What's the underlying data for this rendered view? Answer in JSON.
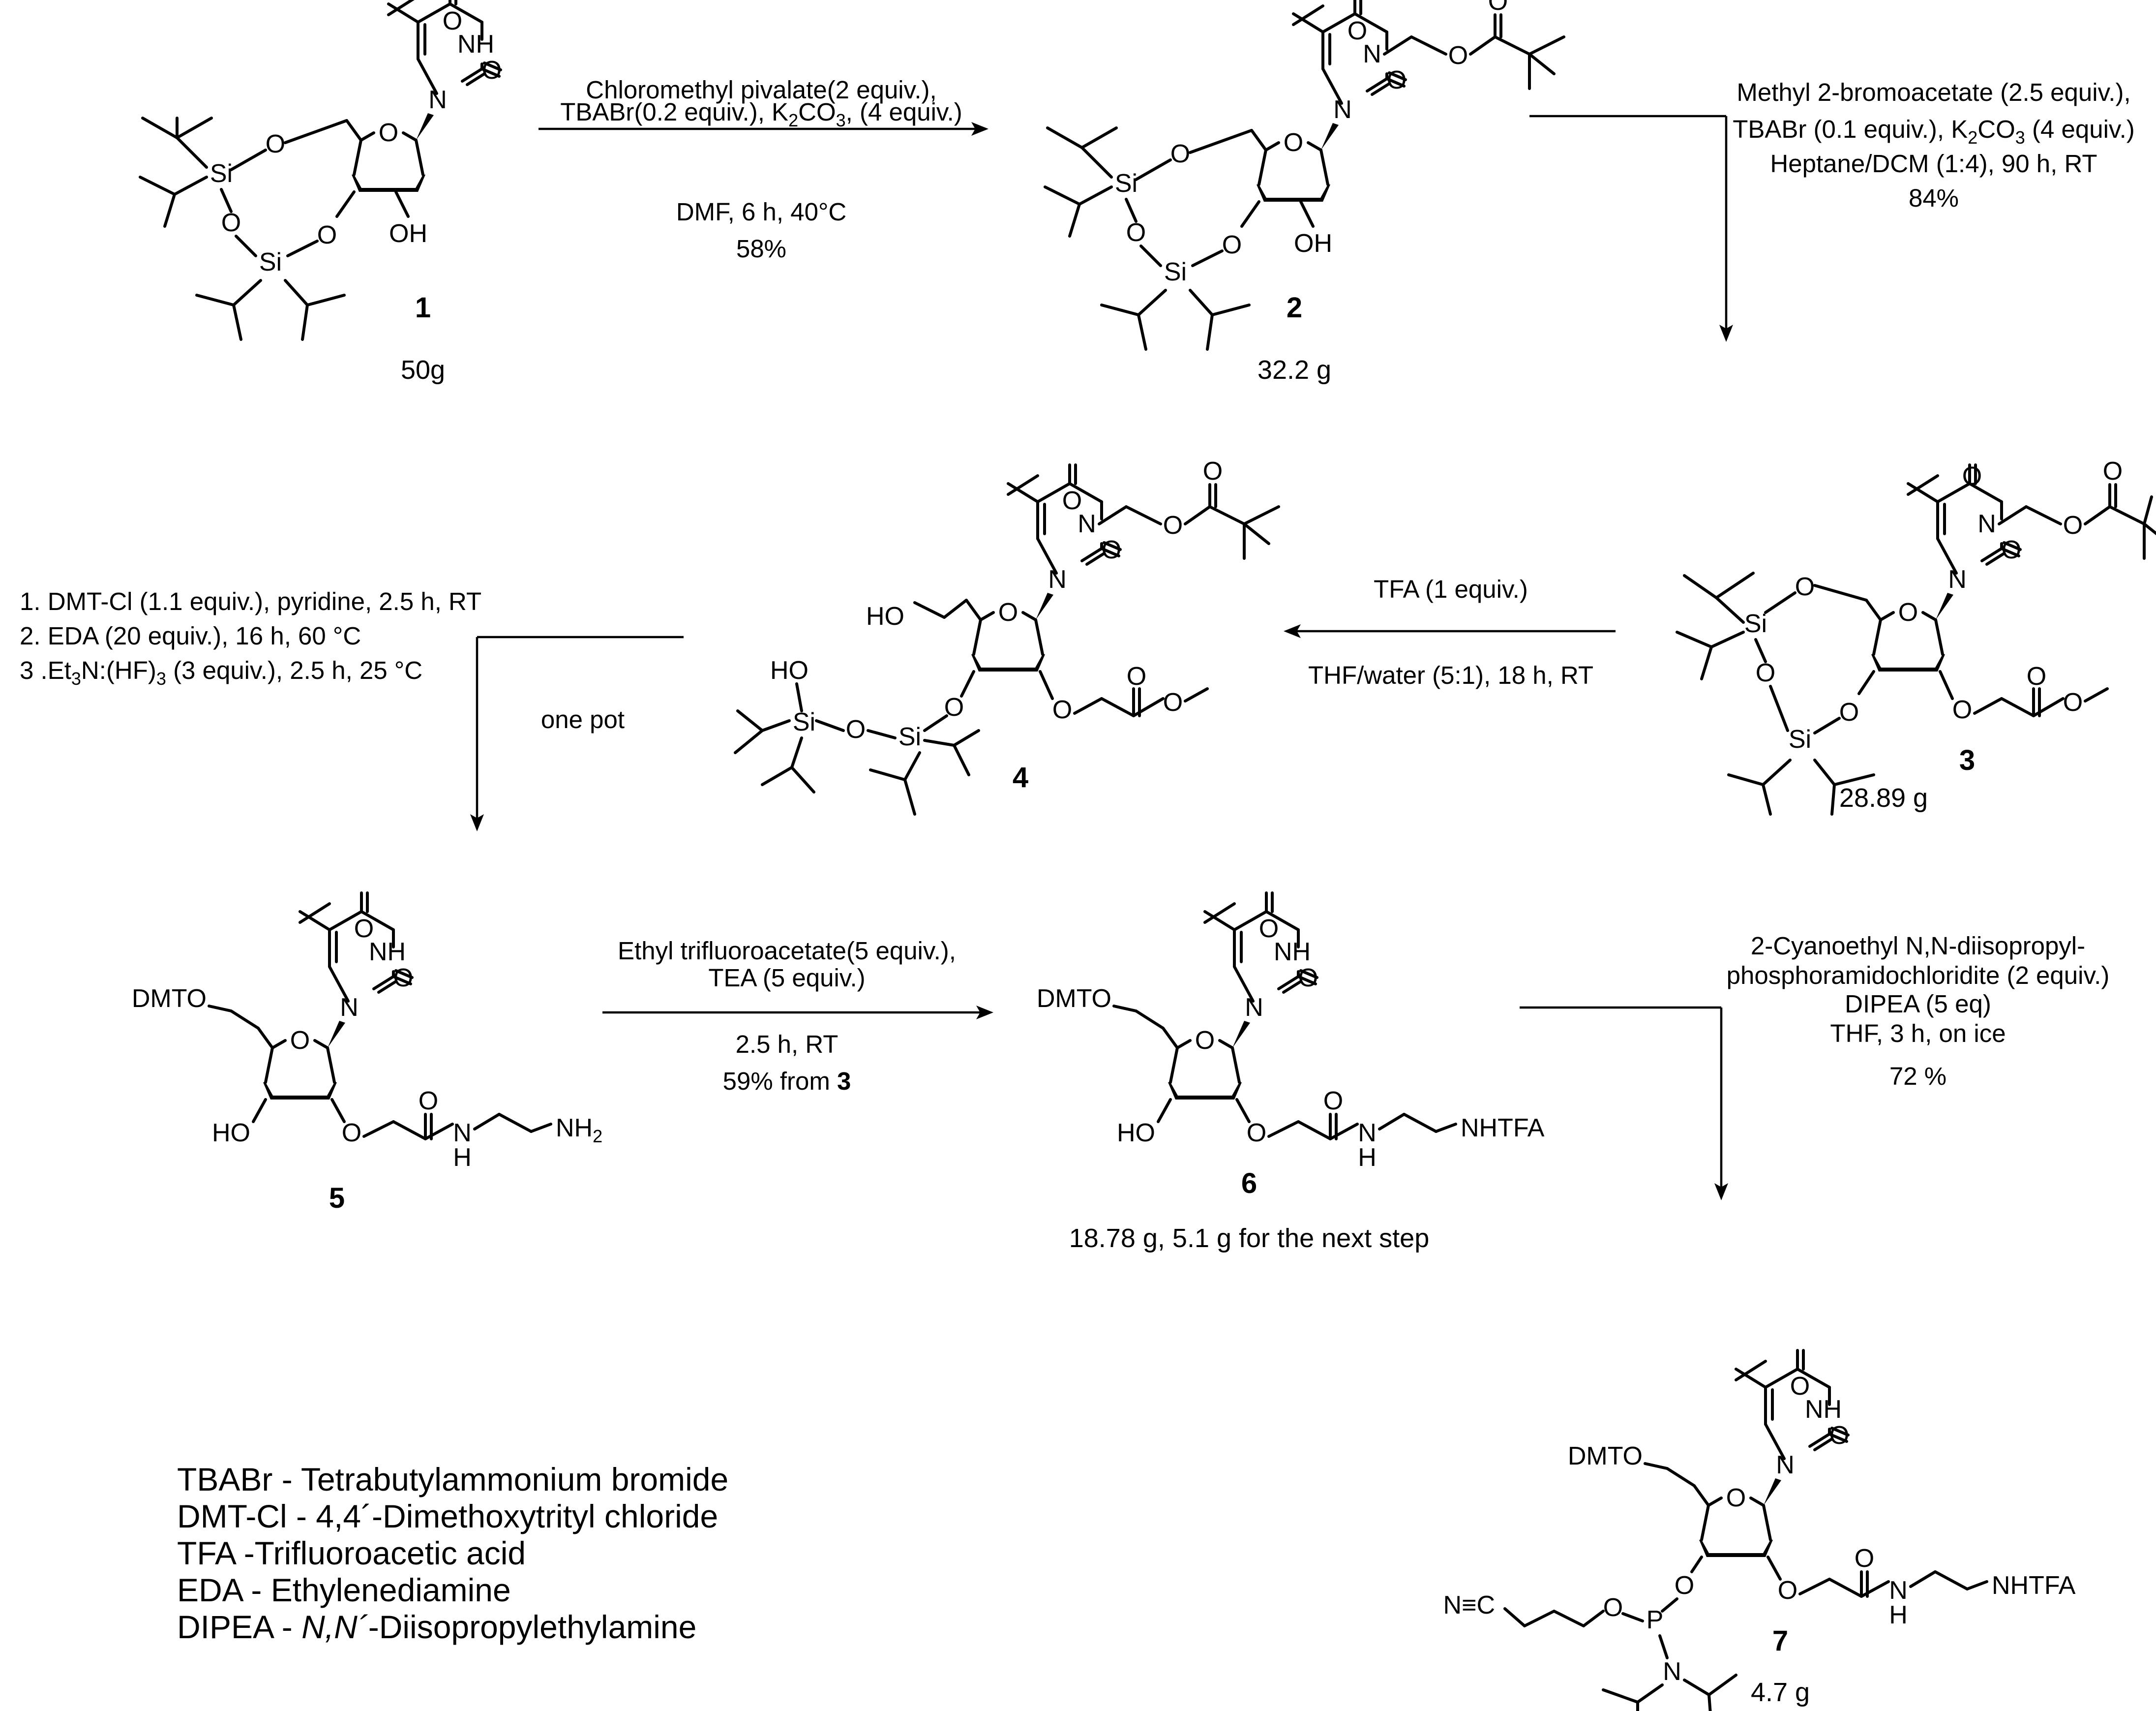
{
  "compounds": [
    {
      "id": "1",
      "mass": "50g"
    },
    {
      "id": "2",
      "mass": "32.2 g"
    },
    {
      "id": "3",
      "mass": "28.89 g"
    },
    {
      "id": "4",
      "mass": ""
    },
    {
      "id": "5",
      "mass": ""
    },
    {
      "id": "6",
      "mass": "18.78 g, 5.1 g for the next step"
    },
    {
      "id": "7",
      "mass": "4.7 g"
    }
  ],
  "steps": {
    "s1": {
      "line1": "Chloromethyl pivalate(2 equiv.),",
      "line2a": "TBABr(0.2 equiv.), K",
      "line2b": "CO",
      "line2c": ", (4 equiv.)",
      "line3": "DMF, 6 h, 40°C",
      "yield": "58%"
    },
    "s2": {
      "line1": "Methyl 2-bromoacetate (2.5 equiv.),",
      "line2a": "TBABr (0.1 equiv.), K",
      "line2b": "CO",
      "line2c": " (4 equiv.)",
      "line3": "Heptane/DCM (1:4), 90 h, RT",
      "yield": "84%"
    },
    "s3": {
      "line1": "TFA (1 equiv.)",
      "line2": "THF/water (5:1), 18 h, RT"
    },
    "s4": {
      "line1": "1. DMT-Cl (1.1 equiv.), pyridine, 2.5 h, RT",
      "line2": "2. EDA (20 equiv.), 16 h, 60 °C",
      "line3a": "3 .Et",
      "line3b": "N:(HF)",
      "line3c": " (3 equiv.), 2.5 h, 25 °C",
      "note": "one pot"
    },
    "s5": {
      "line1": "Ethyl trifluoroacetate(5 equiv.),",
      "line2": "TEA (5 equiv.)",
      "line3": "2.5 h, RT",
      "yield": "59% from ",
      "yield_ref": "3"
    },
    "s6": {
      "line1": "2-Cyanoethyl N,N-diisopropyl-",
      "line2": "phosphoramidochloridite (2 equiv.)",
      "line3": "DIPEA (5 eq)",
      "line4": "THF, 3 h, on ice",
      "yield": "72 %"
    }
  },
  "subscripts": {
    "two": "2",
    "three": "3"
  },
  "atoms": {
    "O": "O",
    "NH": "NH",
    "N": "N",
    "H": "H",
    "OH": "OH",
    "HO": "HO",
    "Si": "Si",
    "P": "P",
    "DMTO": "DMTO",
    "NH2": "NH",
    "NHTFA": "NHTFA",
    "NC": "N≡C"
  },
  "legend": {
    "l1": "TBABr - Tetrabutylammonium bromide",
    "l2": "DMT-Cl - 4,4´-Dimethoxytrityl chloride",
    "l3": "TFA -Trifluoroacetic acid",
    "l4": "EDA - Ethylenediamine",
    "l5a": "DIPEA - ",
    "l5b": "N,N´",
    "l5c": "-Diisopropylethylamine"
  }
}
